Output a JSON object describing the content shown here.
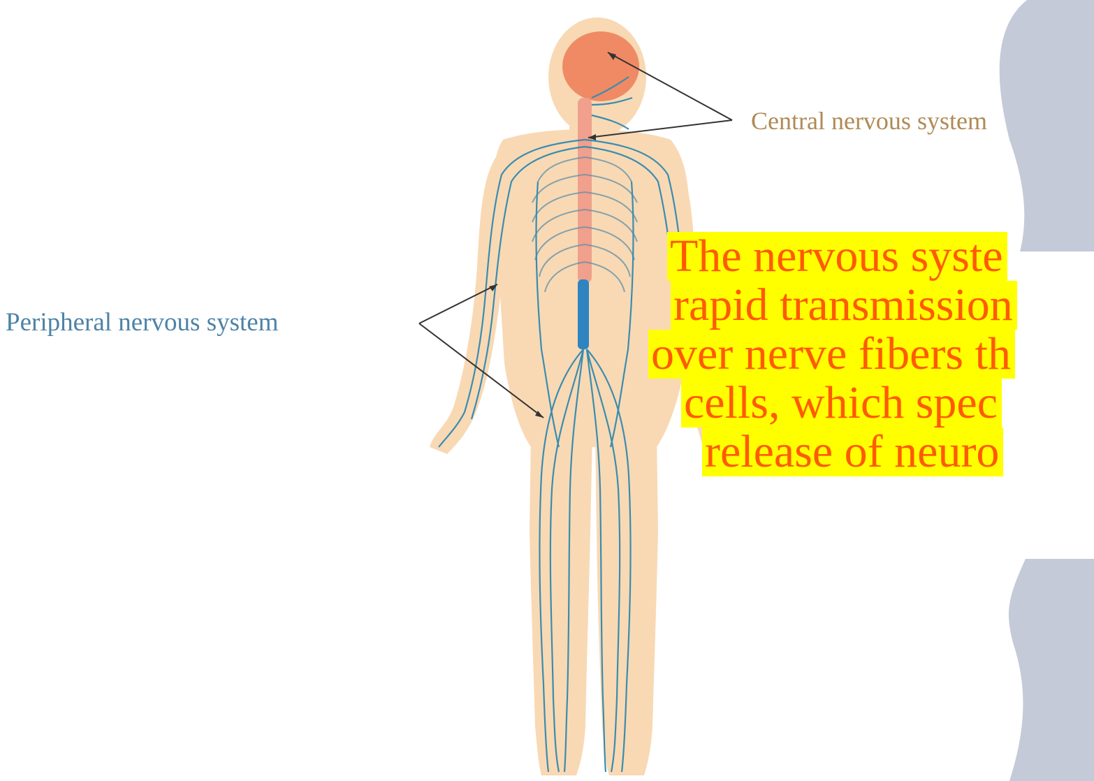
{
  "labels": {
    "central": "Central nervous system",
    "peripheral": "Peripheral nervous system"
  },
  "caption": {
    "lines": [
      "The nervous syste",
      "rapid transmission",
      "over nerve fibers th",
      "cells, which spec",
      "release of neuro"
    ]
  },
  "colors": {
    "skin": "#f8d9b4",
    "brain": "#f08a64",
    "spinal_cord": "#f0a08c",
    "nerves": "#3a8cb0",
    "caption_text": "#ff5a00",
    "caption_highlight": "#ffff00",
    "side_panel": "#c5cad9"
  }
}
